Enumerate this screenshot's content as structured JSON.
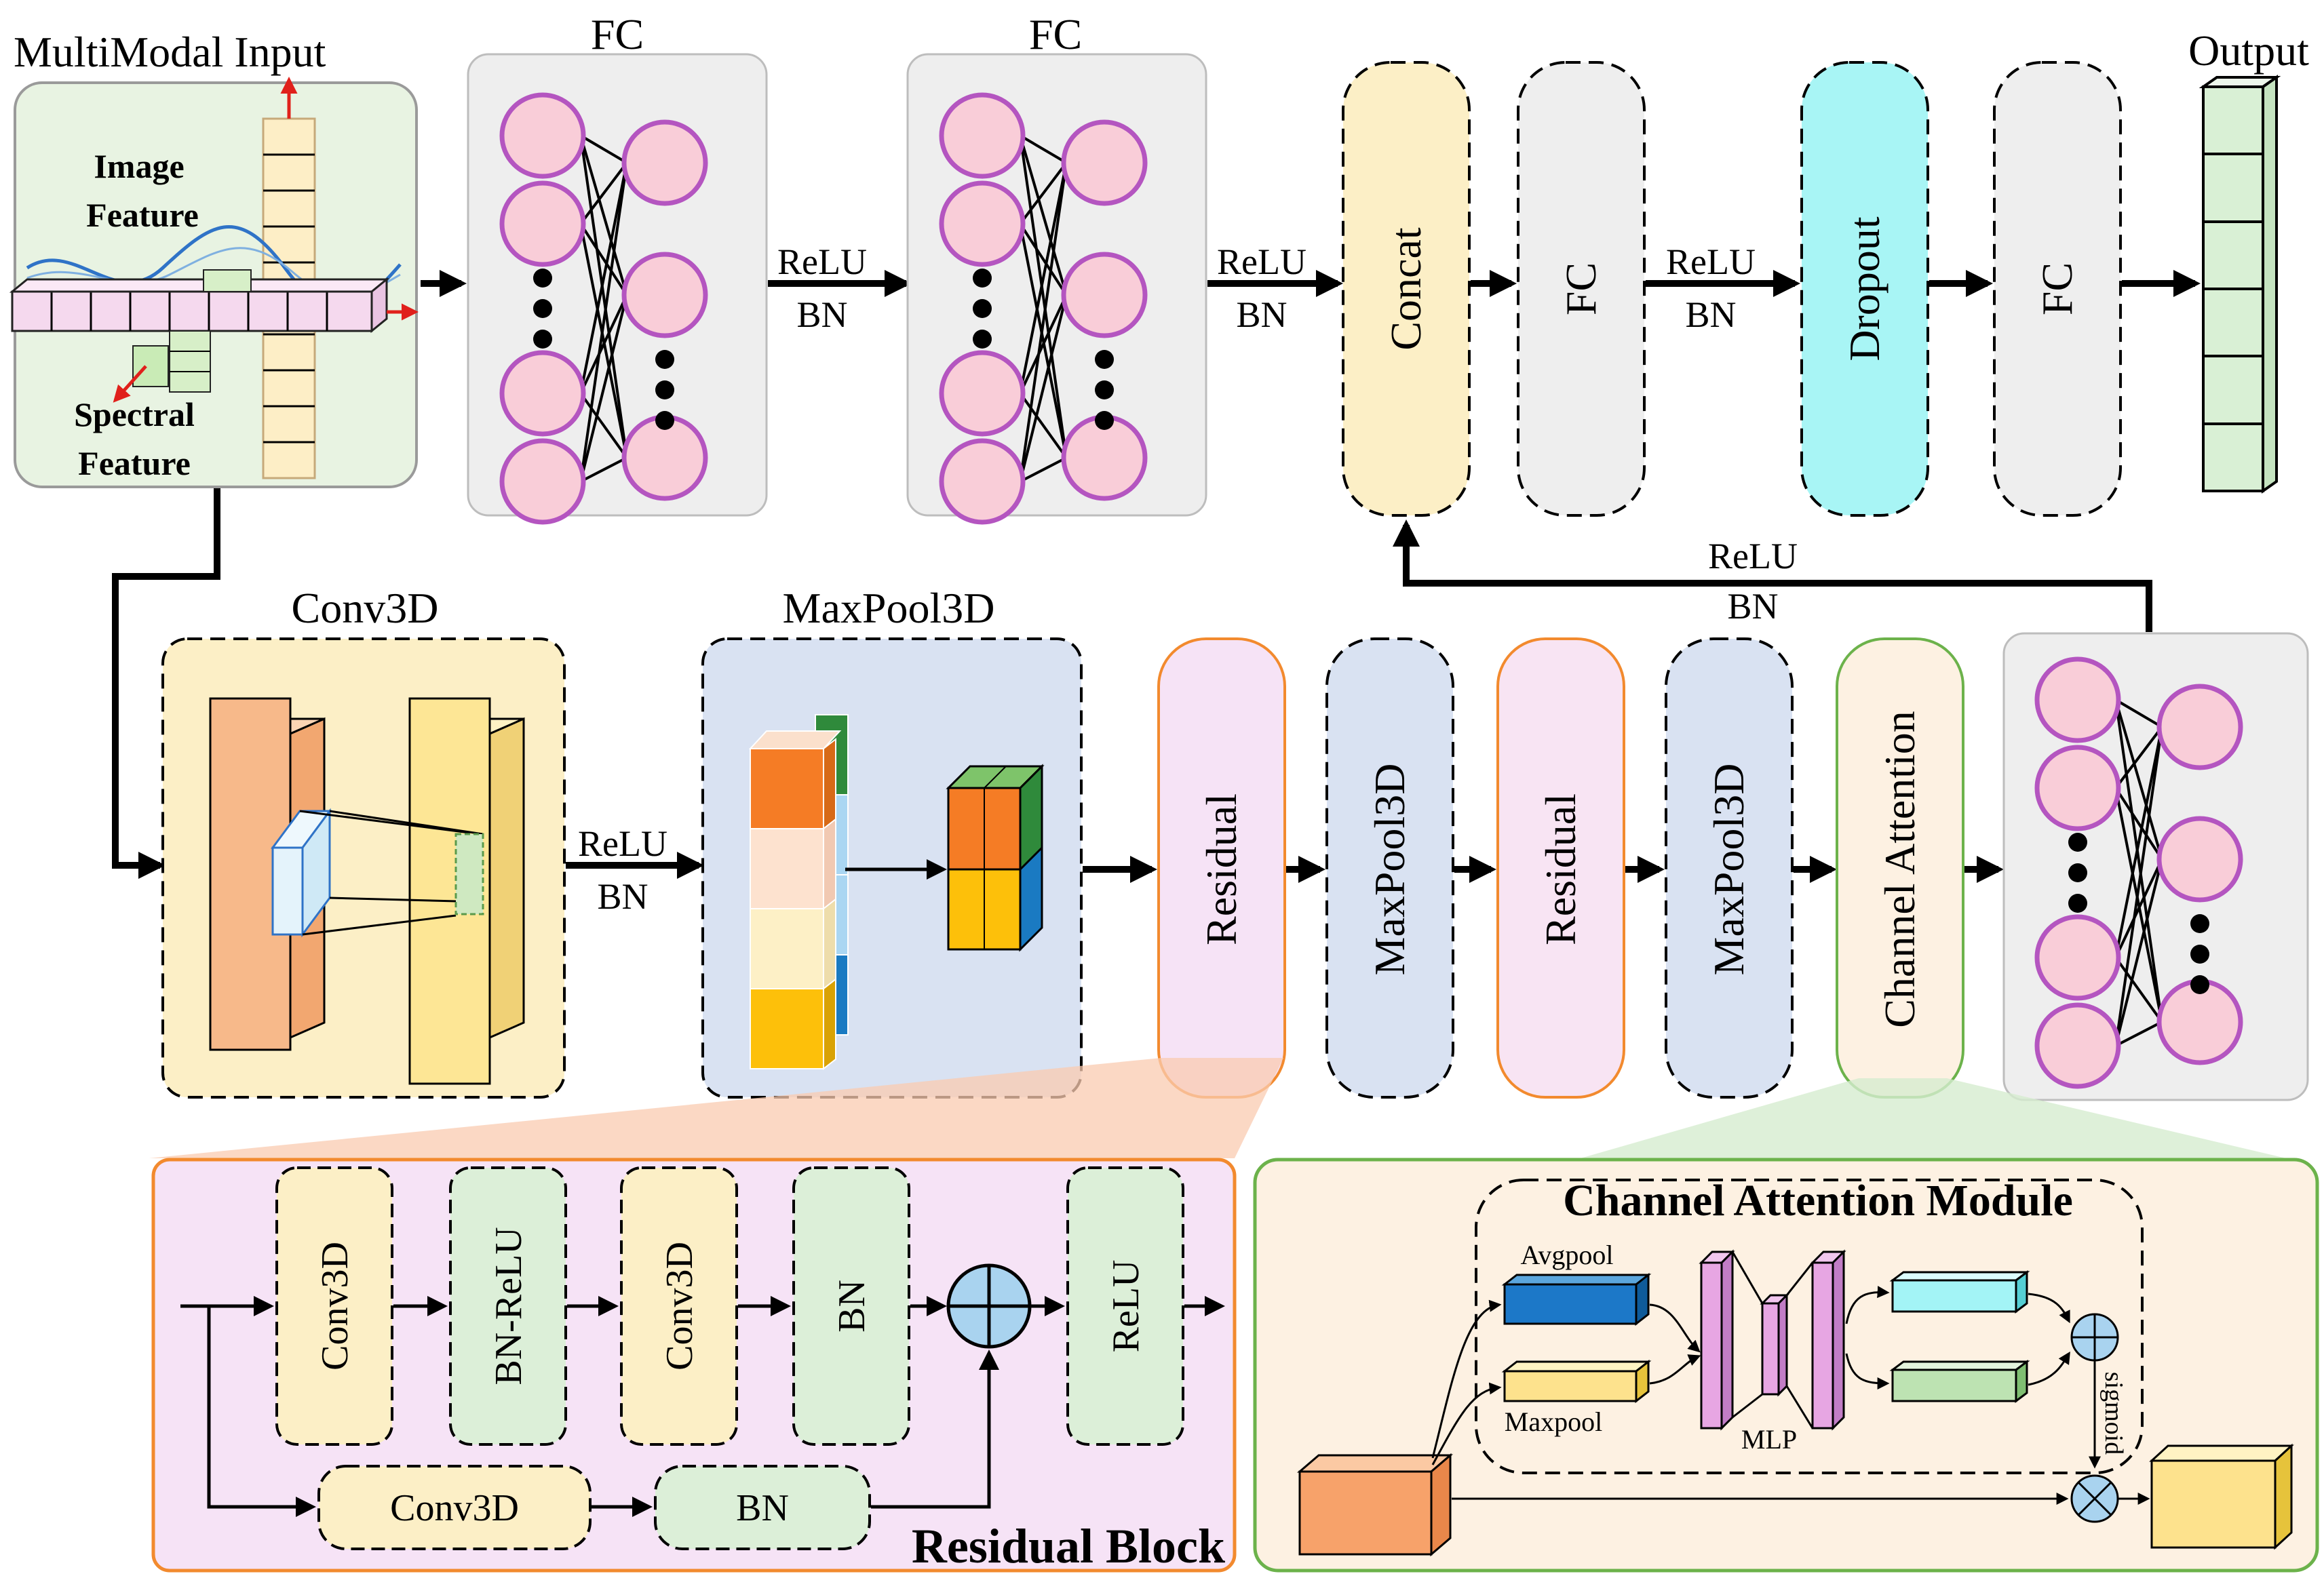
{
  "top": {
    "input_title": "MultiModal Input",
    "image_feature": [
      "Image",
      "Feature"
    ],
    "spectral_feature": [
      "Spectral",
      "Feature"
    ],
    "fc1_title": "FC",
    "fc2_title": "FC",
    "relu": "ReLU",
    "bn": "BN",
    "concat": "Concat",
    "fc3": "FC",
    "dropout": "Dropout",
    "fc4": "FC",
    "output_title": "Output"
  },
  "middle": {
    "conv3d_title": "Conv3D",
    "maxpool_title": "MaxPool3D",
    "residual1": "Residual",
    "maxpool1": "MaxPool3D",
    "residual2": "Residual",
    "maxpool2": "MaxPool3D",
    "channel_attention": "Channel Attention",
    "feedback_relu": "ReLU",
    "feedback_bn": "BN"
  },
  "residual_block": {
    "title": "Residual Block",
    "conv3d_a": "Conv3D",
    "bn_relu": "BN-ReLU",
    "conv3d_b": "Conv3D",
    "bn": "BN",
    "relu": "ReLU",
    "shortcut_conv3d": "Conv3D",
    "shortcut_bn": "BN"
  },
  "channel_attention_module": {
    "title": "Channel Attention Module",
    "avgpool": "Avgpool",
    "maxpool": "Maxpool",
    "mlp": "MLP",
    "sigmoid": "sigmoid"
  },
  "colors": {
    "node_fill": "#f9cdd8",
    "node_stroke": "#b455c0",
    "panel_gray": "#eeeeee",
    "concat_fill": "#fcefc6",
    "dropout_fill": "#a8f5f5",
    "output_fill": "#d9f0d5",
    "conv_orange": "#f7b98a",
    "conv_yellow": "#fde695",
    "maxpool_panel": "#d9e2f2",
    "residual_fill": "#f6e3f6",
    "residual_stroke": "#f28a2e",
    "attn_fill": "#fdf1e2",
    "attn_stroke": "#6cb24b",
    "green_box": "#dcefd8",
    "yellow_box": "#fdf2c9"
  }
}
